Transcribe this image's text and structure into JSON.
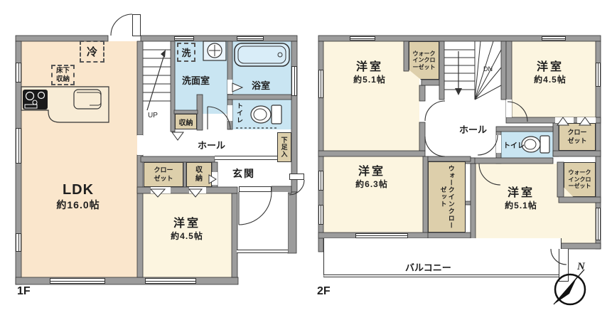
{
  "floor1": {
    "floor_label": "1F",
    "ldk": {
      "name": "LDK",
      "area": "約16.0帖"
    },
    "bedroom": {
      "name": "洋室",
      "area": "約4.5帖"
    },
    "washroom": "洗面室",
    "bathroom": "浴室",
    "toilet": "トイレ",
    "hall": "ホール",
    "entrance": "玄関",
    "stairs_direction": "UP",
    "fridge": "冷",
    "underfloor_storage": "床下収納",
    "washer": "洗",
    "storage_under_stairs": "収納",
    "storage_entry": "収納",
    "closet": "クローゼット",
    "shoe_cabinet": "下足入"
  },
  "floor2": {
    "floor_label": "2F",
    "room_nw": {
      "name": "洋室",
      "area": "約5.1帖"
    },
    "room_ne": {
      "name": "洋室",
      "area": "約4.5帖"
    },
    "room_sw": {
      "name": "洋室",
      "area": "約6.3帖"
    },
    "room_se": {
      "name": "洋室",
      "area": "約5.1帖"
    },
    "hall": "ホール",
    "toilet": "トイレ",
    "stairs_direction": "DN",
    "balcony": "バルコニー",
    "walkin_closet_nw": "ウォークインクローゼット",
    "walkin_closet_mid": "ウォークインクローゼット",
    "walkin_closet_se": "ウォークインクローゼット",
    "closet_ne": "クローゼット"
  },
  "compass": {
    "north": "N"
  },
  "colors": {
    "wall": "#9c9c9c",
    "ldk_floor": "#fae6cc",
    "room_floor": "#fcf5e0",
    "water_floor": "#c9e5f2",
    "closet_floor": "#ddcfab"
  }
}
